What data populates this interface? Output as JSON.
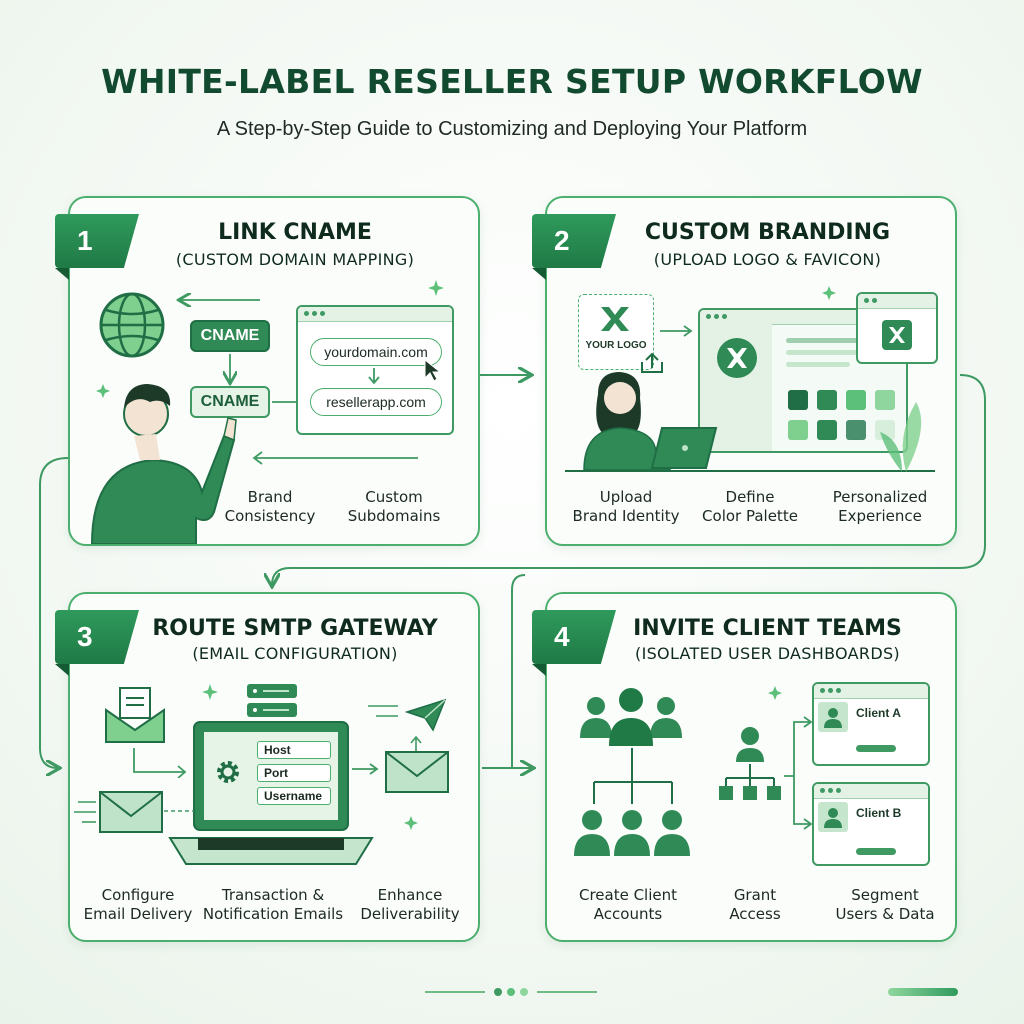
{
  "header": {
    "title": "WHITE-LABEL RESELLER SETUP WORKFLOW",
    "subtitle": "A Step-by-Step Guide to Customizing and Deploying Your Platform"
  },
  "steps": [
    {
      "number": "1",
      "title": "LINK CNAME",
      "subtitle": "(CUSTOM DOMAIN MAPPING)",
      "cname_a": "CNAME",
      "cname_b": "CNAME",
      "domain_from": "yourdomain.com",
      "domain_to": "resellerapp.com",
      "labels": [
        "Brand\nConsistency",
        "Custom\nSubdomains"
      ]
    },
    {
      "number": "2",
      "title": "CUSTOM BRANDING",
      "subtitle": "(UPLOAD LOGO & FAVICON)",
      "logo_text": "YOUR LOGO",
      "labels": [
        "Upload\nBrand Identity",
        "Define\nColor Palette",
        "Personalized\nExperience"
      ]
    },
    {
      "number": "3",
      "title": "ROUTE SMTP GATEWAY",
      "subtitle": "(EMAIL CONFIGURATION)",
      "fields": [
        "Host",
        "Port",
        "Username"
      ],
      "labels": [
        "Configure\nEmail Delivery",
        "Transaction &\nNotification Emails",
        "Enhance\nDeliverability"
      ]
    },
    {
      "number": "4",
      "title": "INVITE CLIENT TEAMS",
      "subtitle": "(ISOLATED USER DASHBOARDS)",
      "client_a": "Client A",
      "client_b": "Client B",
      "labels": [
        "Create Client\nAccounts",
        "Grant\nAccess",
        "Segment\nUsers & Data"
      ]
    }
  ],
  "colors": {
    "primary": "#2f9a5c",
    "dark": "#124a30",
    "light": "#e6f4e8",
    "border": "#4caf6e"
  },
  "palette": [
    "#1f6e45",
    "#2f8a55",
    "#5cbf7a",
    "#8fd69e",
    "#7fcf8f",
    "#2f8a55",
    "#4a8f6e",
    "#d6eedb"
  ],
  "icons": [
    "globe-icon",
    "person-pointing-icon",
    "cursor-icon",
    "upload-icon",
    "laptop-icon",
    "envelope-icon",
    "paper-plane-icon",
    "server-icon",
    "gear-icon",
    "users-group-icon",
    "user-avatar-icon",
    "sparkle-icon"
  ]
}
